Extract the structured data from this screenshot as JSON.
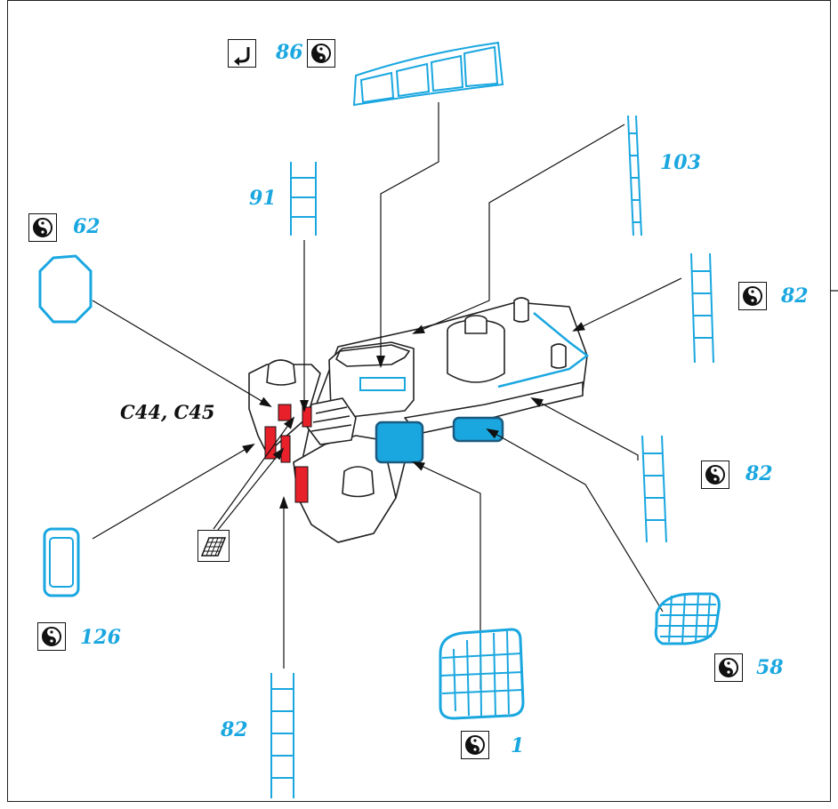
{
  "colors": {
    "accent": "#1aa7e0",
    "highlight": "#e8202a",
    "outline": "#111111"
  },
  "labels": {
    "part_86": "86",
    "part_103": "103",
    "part_91": "91",
    "part_62": "62",
    "part_82_right_top": "82",
    "part_82_right_mid": "82",
    "part_82_bottom": "82",
    "part_126": "126",
    "part_58": "58",
    "part_1": "1",
    "callout_c44_c45": "C44, C45"
  },
  "icons": {
    "yinyang": "yin-yang-icon",
    "bend": "bend-arrow-icon",
    "mesh": "mesh-grid-icon"
  }
}
